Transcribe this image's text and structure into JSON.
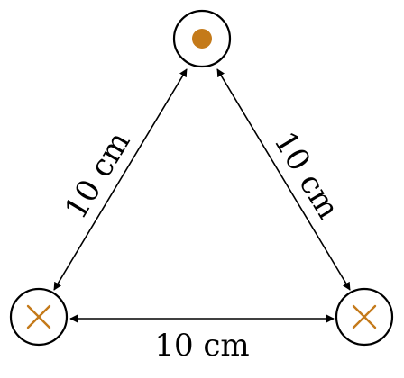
{
  "labels": {
    "left_side": "10 cm",
    "right_side": "10 cm",
    "bottom_side": "10 cm"
  },
  "wires": {
    "top": {
      "current": "out-of-page",
      "symbol": "dot"
    },
    "bottom_left": {
      "current": "into-page",
      "symbol": "cross"
    },
    "bottom_right": {
      "current": "into-page",
      "symbol": "cross"
    }
  },
  "colors": {
    "symbol": "#c47a1a",
    "stroke": "#000000",
    "background": "#ffffff"
  }
}
